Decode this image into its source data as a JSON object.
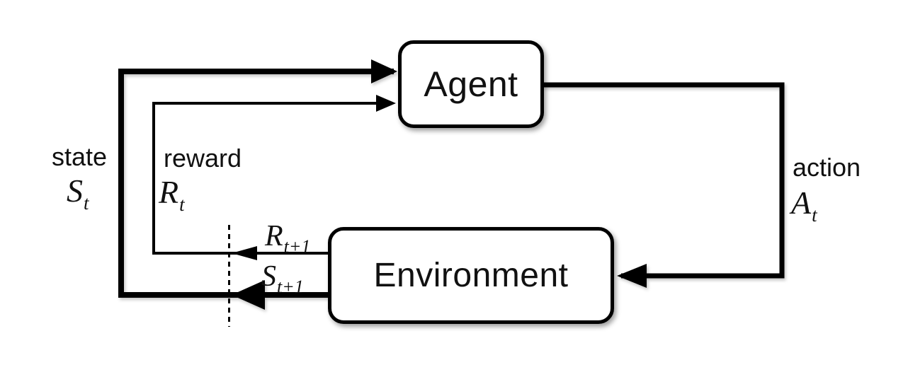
{
  "diagram": {
    "boxes": {
      "agent": "Agent",
      "environment": "Environment"
    },
    "labels": {
      "state": {
        "word": "state",
        "symbol": "S",
        "subscript": "t"
      },
      "reward": {
        "word": "reward",
        "symbol": "R",
        "subscript": "t"
      },
      "action": {
        "word": "action",
        "symbol": "A",
        "subscript": "t"
      },
      "next_reward": {
        "symbol": "R",
        "subscript": "t+1"
      },
      "next_state": {
        "symbol": "S",
        "subscript": "t+1"
      }
    },
    "colors": {
      "line": "#000000",
      "background": "#ffffff",
      "box_fill": "#ffffff",
      "text": "#111111"
    }
  }
}
